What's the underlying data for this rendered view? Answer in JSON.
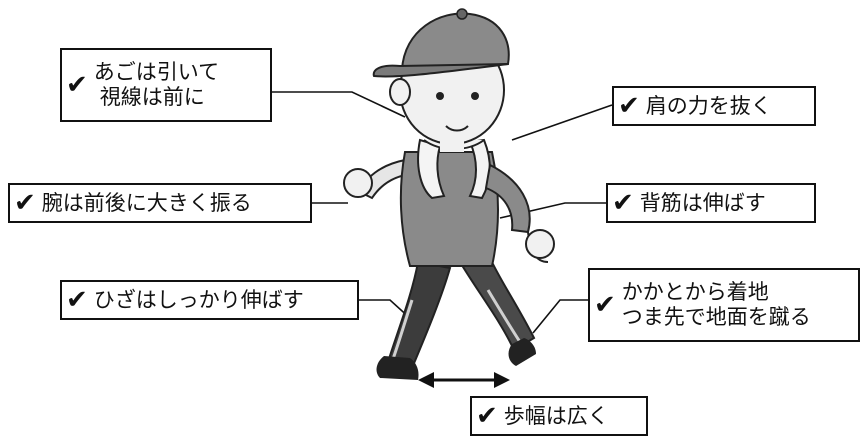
{
  "annotations": {
    "chin": {
      "line1": "あごは引いて",
      "line2": "視線は前に"
    },
    "shoulder": "肩の力を抜く",
    "arms": "腕は前後に大きく振る",
    "back": "背筋は伸ばす",
    "knees": "ひざはしっかり伸ばす",
    "heel": {
      "line1": "かかとから着地",
      "line2": "つま先で地面を蹴る"
    },
    "stride": "歩幅は広く"
  },
  "check_mark": "✔",
  "colors": {
    "border": "#111111",
    "figure_light": "#d9d9d9",
    "figure_mid": "#8a8a8a",
    "figure_dark": "#3c3c3c"
  }
}
